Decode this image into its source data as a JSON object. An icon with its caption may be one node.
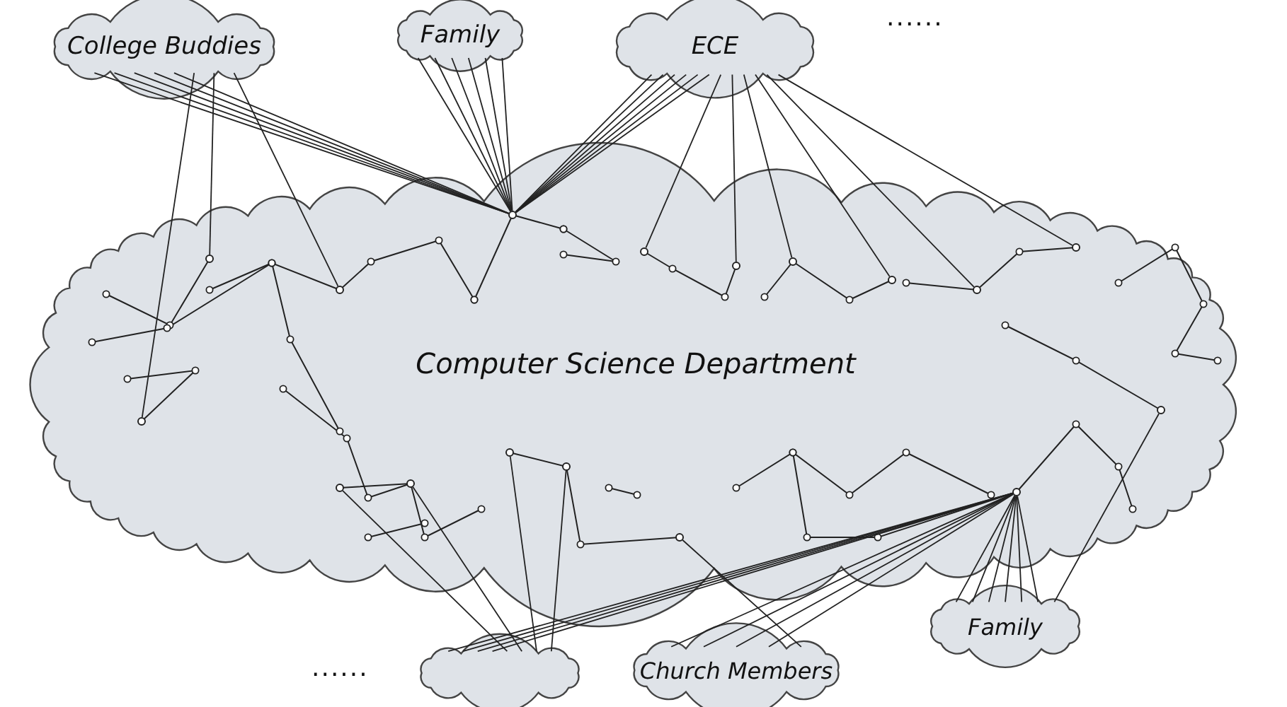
{
  "diagram": {
    "nodes": [
      {
        "text": [
          "College Buddies"
        ]
      },
      {
        "text": [
          "Family"
        ]
      },
      {
        "text": [
          "ECE"
        ]
      },
      {
        "text": [
          "Computer Science Department"
        ]
      },
      {
        "text": [],
        "shape": "cloud"
      },
      {
        "text": [
          "Church Members"
        ]
      },
      {
        "text": [
          "Family"
        ]
      },
      {
        "text": [],
        "shape": "circle",
        "in": 3
      },
      {
        "text": [],
        "shape": "circle",
        "in": 3
      },
      {
        "text": [],
        "shape": "circle",
        "in": 3
      },
      {
        "text": [],
        "shape": "circle",
        "in": 3
      },
      {
        "text": [],
        "shape": "circle",
        "in": 3
      },
      {
        "text": [],
        "shape": "circle",
        "in": 3
      },
      {
        "text": [],
        "shape": "circle",
        "in": 3
      },
      {
        "text": [],
        "shape": "circle",
        "in": 3
      },
      {
        "text": [],
        "shape": "circle",
        "in": 3
      },
      {
        "text": [],
        "shape": "circle",
        "in": 3
      },
      {
        "text": [],
        "shape": "circle",
        "in": 3
      },
      {
        "text": [],
        "shape": "circle",
        "in": 3
      },
      {
        "text": [],
        "shape": "circle",
        "in": 3
      },
      {
        "text": [],
        "shape": "circle",
        "in": 3
      },
      {
        "text": [],
        "shape": "circle",
        "in": 3
      },
      {
        "text": [],
        "shape": "circle",
        "in": 3
      },
      {
        "text": [],
        "shape": "circle",
        "in": 3
      }
    ],
    "edges": [
      {
        "from": 0,
        "to": 7,
        "arrow": "none"
      },
      {
        "from": 0,
        "to": 7,
        "arrow": "none"
      },
      {
        "from": 0,
        "to": 7,
        "arrow": "none"
      },
      {
        "from": 0,
        "to": 7,
        "arrow": "none"
      },
      {
        "from": 0,
        "to": 7,
        "arrow": "none"
      },
      {
        "from": 1,
        "to": 7,
        "arrow": "none"
      },
      {
        "from": 1,
        "to": 7,
        "arrow": "none"
      },
      {
        "from": 1,
        "to": 7,
        "arrow": "none"
      },
      {
        "from": 1,
        "to": 7,
        "arrow": "none"
      },
      {
        "from": 1,
        "to": 7,
        "arrow": "none"
      },
      {
        "from": 1,
        "to": 7,
        "arrow": "none"
      },
      {
        "from": 2,
        "to": 7,
        "arrow": "none"
      },
      {
        "from": 2,
        "to": 7,
        "arrow": "none"
      },
      {
        "from": 2,
        "to": 7,
        "arrow": "none"
      },
      {
        "from": 2,
        "to": 7,
        "arrow": "none"
      },
      {
        "from": 2,
        "to": 7,
        "arrow": "none"
      },
      {
        "from": 2,
        "to": 7,
        "arrow": "none"
      },
      {
        "from": 0,
        "to": 9,
        "arrow": "none"
      },
      {
        "from": 0,
        "to": 10,
        "arrow": "none"
      },
      {
        "from": 0,
        "to": 11,
        "arrow": "none"
      },
      {
        "from": 2,
        "to": 12,
        "arrow": "none"
      },
      {
        "from": 2,
        "to": 13,
        "arrow": "none"
      },
      {
        "from": 2,
        "to": 14,
        "arrow": "none"
      },
      {
        "from": 2,
        "to": 15,
        "arrow": "none"
      },
      {
        "from": 2,
        "to": 16,
        "arrow": "none"
      },
      {
        "from": 2,
        "to": 17,
        "arrow": "none"
      },
      {
        "from": 4,
        "to": 8,
        "arrow": "none"
      },
      {
        "from": 4,
        "to": 8,
        "arrow": "none"
      },
      {
        "from": 4,
        "to": 8,
        "arrow": "none"
      },
      {
        "from": 4,
        "to": 8,
        "arrow": "none"
      },
      {
        "from": 4,
        "to": 18,
        "arrow": "none"
      },
      {
        "from": 4,
        "to": 19,
        "arrow": "none"
      },
      {
        "from": 4,
        "to": 20,
        "arrow": "none"
      },
      {
        "from": 4,
        "to": 21,
        "arrow": "none"
      },
      {
        "from": 5,
        "to": 8,
        "arrow": "none"
      },
      {
        "from": 5,
        "to": 8,
        "arrow": "none"
      },
      {
        "from": 5,
        "to": 8,
        "arrow": "none"
      },
      {
        "from": 5,
        "to": 8,
        "arrow": "none"
      },
      {
        "from": 5,
        "to": 22,
        "arrow": "none"
      },
      {
        "from": 6,
        "to": 8,
        "arrow": "none"
      },
      {
        "from": 6,
        "to": 8,
        "arrow": "none"
      },
      {
        "from": 6,
        "to": 8,
        "arrow": "none"
      },
      {
        "from": 6,
        "to": 8,
        "arrow": "none"
      },
      {
        "from": 6,
        "to": 8,
        "arrow": "none"
      },
      {
        "from": 6,
        "to": 8,
        "arrow": "none"
      },
      {
        "from": 6,
        "to": 23,
        "arrow": "none"
      }
    ],
    "labels": [
      "......",
      "......"
    ]
  }
}
